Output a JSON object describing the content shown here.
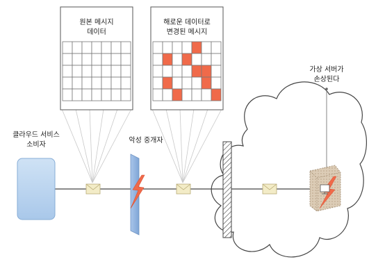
{
  "labels": {
    "original_message": [
      "원본 메시지",
      "데이터"
    ],
    "corrupted_message": [
      "해로운 데이터로",
      "변경된 메시지"
    ],
    "cloud_consumer": [
      "클라우드 서비스",
      "소비자"
    ],
    "malicious_intermediary": "악성 중개자",
    "virtual_server_damaged": [
      "가상 서버가",
      "손상된다"
    ]
  },
  "grids": {
    "rows": 5,
    "cols": 7,
    "original_filled": [],
    "corrupted_filled": [
      [
        0,
        4
      ],
      [
        1,
        1
      ],
      [
        1,
        3
      ],
      [
        2,
        4
      ],
      [
        2,
        5
      ],
      [
        3,
        1
      ],
      [
        3,
        5
      ],
      [
        4,
        2
      ],
      [
        4,
        6
      ]
    ]
  },
  "colors": {
    "cell": "#ffffff",
    "cell_filled": "#f06a4a",
    "grid_line": "#777777",
    "consumer": "#b8d4ef",
    "intermediary": "#8fb2de",
    "lightning": "#f06a4a",
    "firewall_hatch": "#555555",
    "server": "#d8c9b4"
  },
  "icons": [
    "envelope-icon",
    "lightning-icon",
    "cloud-shape",
    "firewall-icon",
    "virtual-server-icon",
    "monitor-icon"
  ]
}
